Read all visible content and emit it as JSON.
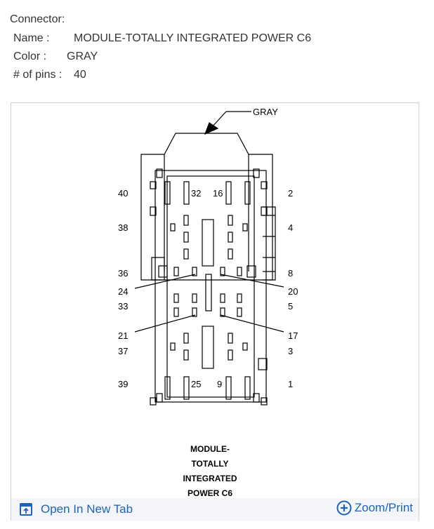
{
  "connector": {
    "heading": "Connector:",
    "name_label": "Name :",
    "name_value": "MODULE-TOTALLY INTEGRATED POWER C6",
    "color_label": "Color :",
    "color_value": "GRAY",
    "pins_label": "# of pins :",
    "pins_value": "40"
  },
  "diagram": {
    "color_callout": "GRAY",
    "caption_lines": [
      "MODULE-",
      "TOTALLY",
      "INTEGRATED",
      "POWER C6"
    ],
    "pin_labels": {
      "p40": "40",
      "p2": "2",
      "p32": "32",
      "p16": "16",
      "p38": "38",
      "p4": "4",
      "p36": "36",
      "p8": "8",
      "p24": "24",
      "p20": "20",
      "p33": "33",
      "p5": "5",
      "p21": "21",
      "p17": "17",
      "p37": "37",
      "p3": "3",
      "p39": "39",
      "p1": "1",
      "p25": "25",
      "p9": "9"
    }
  },
  "footer": {
    "open_label": "Open In New Tab",
    "zoom_label": "Zoom/Print",
    "open_icon": "open-in-new-tab-icon",
    "zoom_icon": "plus-circle-icon"
  },
  "colors": {
    "link": "#1c64b8",
    "text": "#333333",
    "border": "#d0d0d0"
  }
}
